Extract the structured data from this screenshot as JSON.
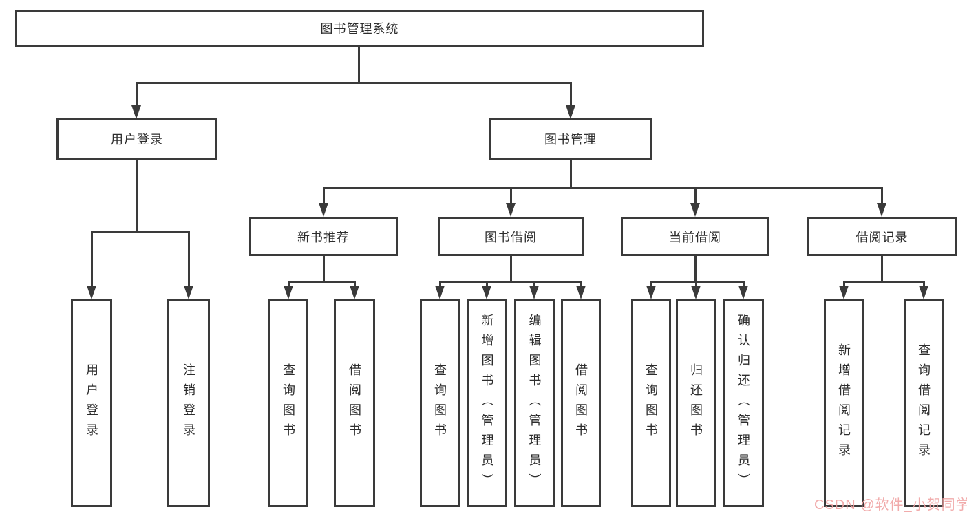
{
  "diagram": {
    "type": "hierarchy-flowchart",
    "tree": {
      "root": {
        "label": "图书管理系统"
      },
      "children": [
        {
          "label": "用户登录",
          "children": [
            {
              "label": "用户登录"
            },
            {
              "label": "注销登录"
            }
          ]
        },
        {
          "label": "图书管理",
          "children": [
            {
              "label": "新书推荐",
              "children": [
                {
                  "label": "查询图书"
                },
                {
                  "label": "借阅图书"
                }
              ]
            },
            {
              "label": "图书借阅",
              "children": [
                {
                  "label": "查询图书"
                },
                {
                  "label": "新增图书（管理员）"
                },
                {
                  "label": "编辑图书（管理员）"
                },
                {
                  "label": "借阅图书"
                }
              ]
            },
            {
              "label": "当前借阅",
              "children": [
                {
                  "label": "查询图书"
                },
                {
                  "label": "归还图书"
                },
                {
                  "label": "确认归还（管理员）"
                }
              ]
            },
            {
              "label": "借阅记录",
              "children": [
                {
                  "label": "新增借阅记录"
                },
                {
                  "label": "查询借阅记录"
                }
              ]
            }
          ]
        }
      ]
    },
    "colors": {
      "line": "#3a3a3a",
      "text": "#2d2d2d",
      "background": "#ffffff",
      "watermark": "#f0a2a2"
    }
  },
  "watermark": {
    "text": "CSDN @软件_小贺同学"
  }
}
